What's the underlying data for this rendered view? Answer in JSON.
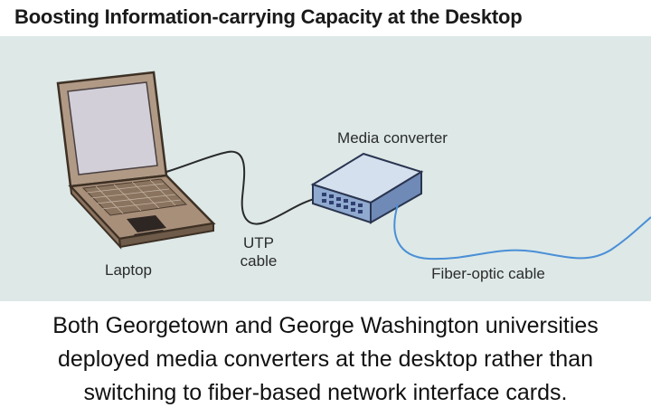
{
  "title": "Boosting Information-carrying Capacity at the Desktop",
  "labels": {
    "laptop": "Laptop",
    "utp_line1": "UTP",
    "utp_line2": "cable",
    "media_converter": "Media converter",
    "fiber_cable": "Fiber-optic cable"
  },
  "caption": "Both Georgetown and George Washington universities deployed media converters at the desktop rather than switching to fiber-based network interface cards.",
  "colors": {
    "diagram_background": "#dde8e7",
    "fiber_cable": "#4a8fd6",
    "utp_cable": "#2a2a2a",
    "laptop_body": "#b09a86",
    "laptop_screen": "#d2cfd9",
    "converter_body": "#a9bcd8"
  },
  "icons": [
    "laptop-icon",
    "media-converter-icon"
  ]
}
